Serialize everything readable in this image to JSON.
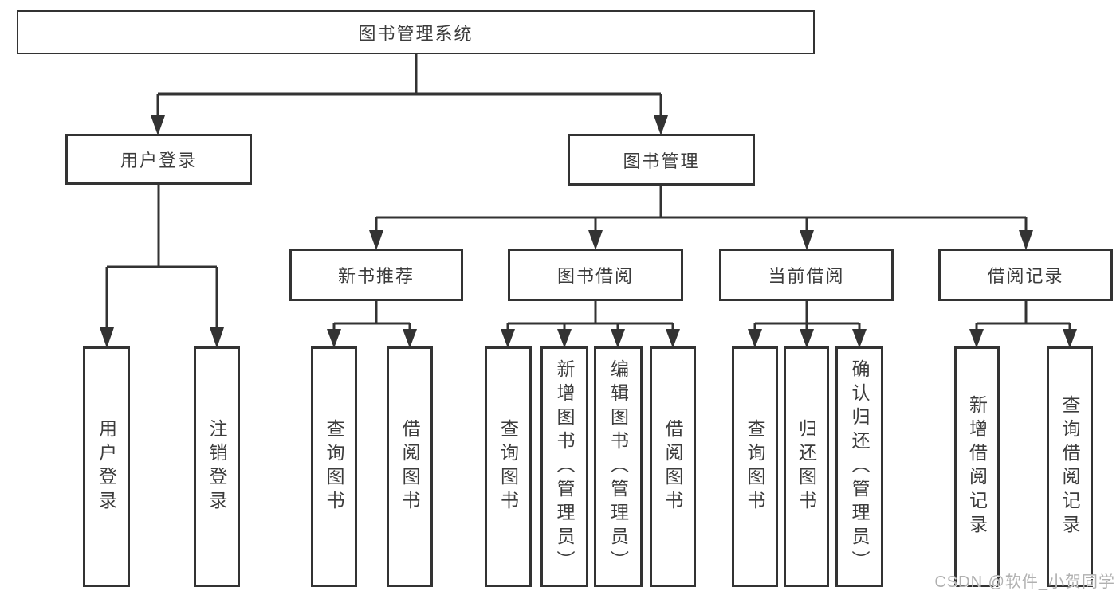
{
  "diagram_type": "hierarchy-org-chart",
  "tree": {
    "label": "图书管理系统",
    "children": [
      {
        "label": "用户登录",
        "children": [
          {
            "label": "用户登录"
          },
          {
            "label": "注销登录"
          }
        ]
      },
      {
        "label": "图书管理",
        "children": [
          {
            "label": "新书推荐",
            "children": [
              {
                "label": "查询图书"
              },
              {
                "label": "借阅图书"
              }
            ]
          },
          {
            "label": "图书借阅",
            "children": [
              {
                "label": "查询图书"
              },
              {
                "label": "新增图书（管理员）"
              },
              {
                "label": "编辑图书（管理员）"
              },
              {
                "label": "借阅图书"
              }
            ]
          },
          {
            "label": "当前借阅",
            "children": [
              {
                "label": "查询图书"
              },
              {
                "label": "归还图书"
              },
              {
                "label": "确认归还（管理员）"
              }
            ]
          },
          {
            "label": "借阅记录",
            "children": [
              {
                "label": "新增借阅记录"
              },
              {
                "label": "查询借阅记录"
              }
            ]
          }
        ]
      }
    ]
  },
  "watermark": {
    "text": "CSDN @软件_小贺同学"
  },
  "colors": {
    "line": "#333333",
    "box_border": "#333333",
    "box_fill": "#ffffff",
    "text": "#3c3c3c",
    "watermark": "#b0b0b0"
  }
}
